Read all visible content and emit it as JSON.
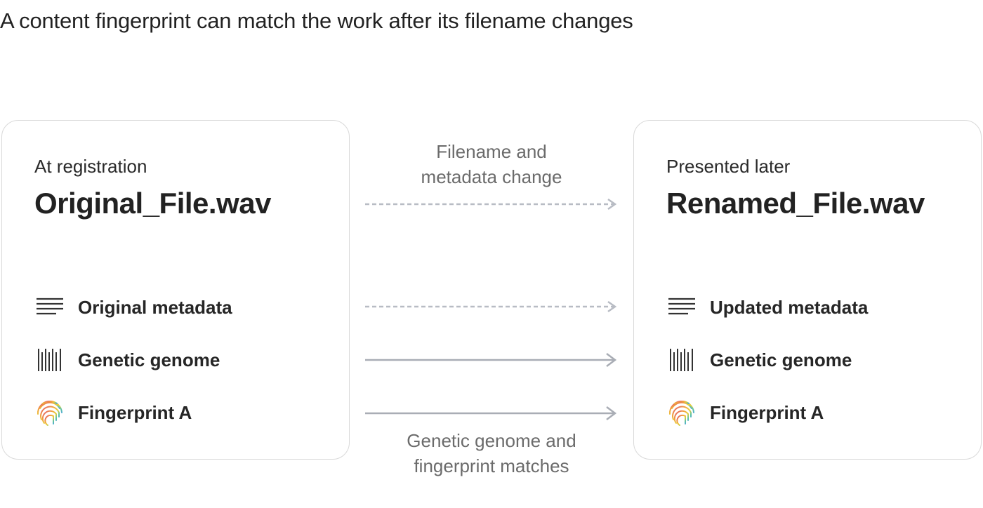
{
  "title": "A content fingerprint can match the work after its filename changes",
  "left_card": {
    "label": "At registration",
    "filename": "Original_File.wav",
    "rows": [
      {
        "label": "Original metadata",
        "icon": "metadata-lines-icon"
      },
      {
        "label": "Genetic genome",
        "icon": "barcode-genome-icon"
      },
      {
        "label": "Fingerprint A",
        "icon": "fingerprint-icon"
      }
    ]
  },
  "right_card": {
    "label": "Presented later",
    "filename": "Renamed_File.wav",
    "rows": [
      {
        "label": "Updated metadata",
        "icon": "metadata-lines-icon"
      },
      {
        "label": "Genetic genome",
        "icon": "barcode-genome-icon"
      },
      {
        "label": "Fingerprint A",
        "icon": "fingerprint-icon"
      }
    ]
  },
  "annotations": {
    "top_line1": "Filename and",
    "top_line2": "metadata change",
    "bottom_line1": "Genetic genome and",
    "bottom_line2": "fingerprint matches"
  },
  "colors": {
    "dashed_arrow": "#b8bcc4",
    "solid_arrow": "#a9adb5",
    "card_border": "#d9d9d9",
    "muted_text": "#6b6b6b"
  }
}
